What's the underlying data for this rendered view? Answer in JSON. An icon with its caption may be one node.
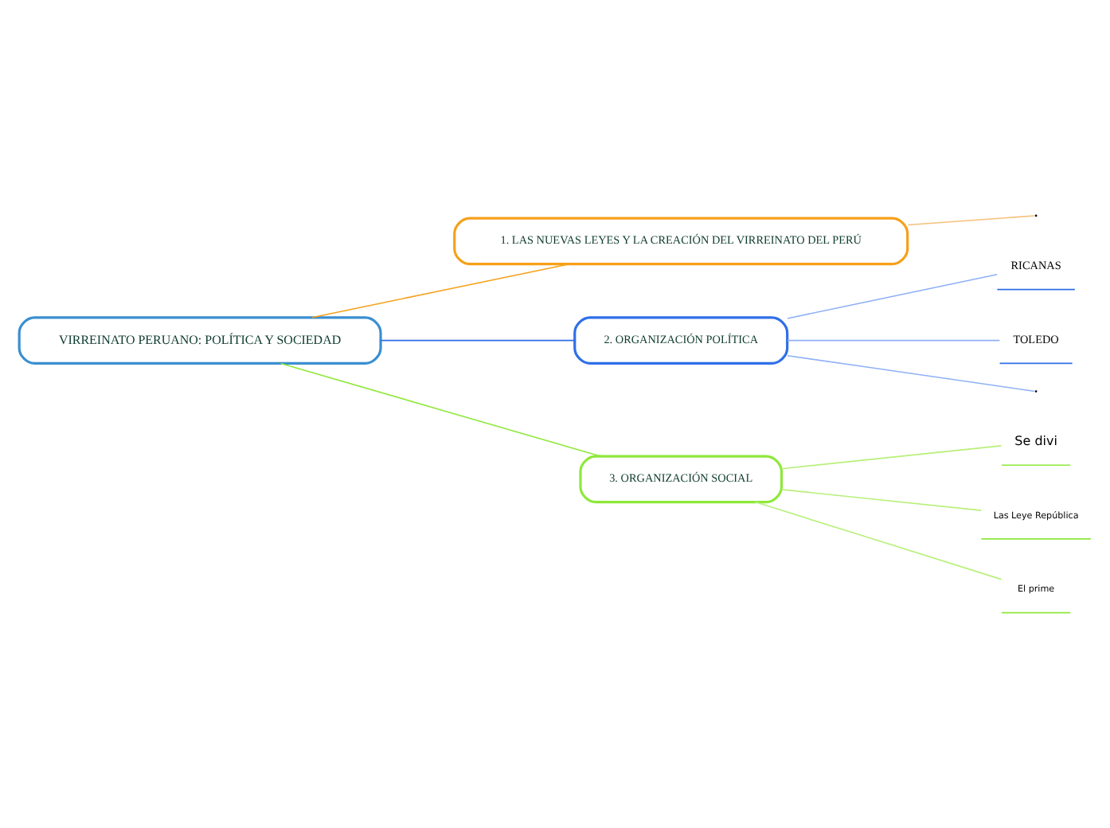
{
  "diagram": {
    "nodes": [
      {
        "text": [
          "VIRREINATO PERUANO: POLÍTICA Y SOCIEDAD"
        ]
      },
      {
        "text": [
          "1. LAS NUEVAS LEYES Y LA CREACIÓN DEL VIRREINATO DEL PERÚ"
        ]
      },
      {
        "text": [
          "2. ORGANIZACIÓN POLÍTICA"
        ]
      },
      {
        "text": [
          "3. ORGANIZACIÓN SOCIAL"
        ]
      },
      {
        "text": [
          "RICANAS"
        ]
      },
      {
        "text": [
          "TOLEDO"
        ]
      },
      {
        "text": [
          "Se divi"
        ]
      },
      {
        "text": [
          "Las Leye República"
        ]
      },
      {
        "text": [
          "El prime"
        ]
      }
    ],
    "edges": [
      {
        "from": 0,
        "to": 1,
        "arrow": "none",
        "color": "#f5a01a"
      },
      {
        "from": 0,
        "to": 2,
        "arrow": "none",
        "color": "#2f6fe8"
      },
      {
        "from": 0,
        "to": 3,
        "arrow": "none",
        "color": "#8ee83a"
      },
      {
        "from": 1,
        "to": null,
        "arrow": "none",
        "color": "#f5c07a"
      },
      {
        "from": 2,
        "to": null,
        "arrow": "none",
        "color": "#8fb0f5"
      },
      {
        "from": 2,
        "to": 4,
        "arrow": "none",
        "color": "#8fb0f5"
      },
      {
        "from": 2,
        "to": 5,
        "arrow": "none",
        "color": "#8fb0f5"
      },
      {
        "from": 3,
        "to": 6,
        "arrow": "none",
        "color": "#b8f07a"
      },
      {
        "from": 3,
        "to": 7,
        "arrow": "none",
        "color": "#b8f07a"
      },
      {
        "from": 3,
        "to": 8,
        "arrow": "none",
        "color": "#b8f07a"
      }
    ]
  }
}
